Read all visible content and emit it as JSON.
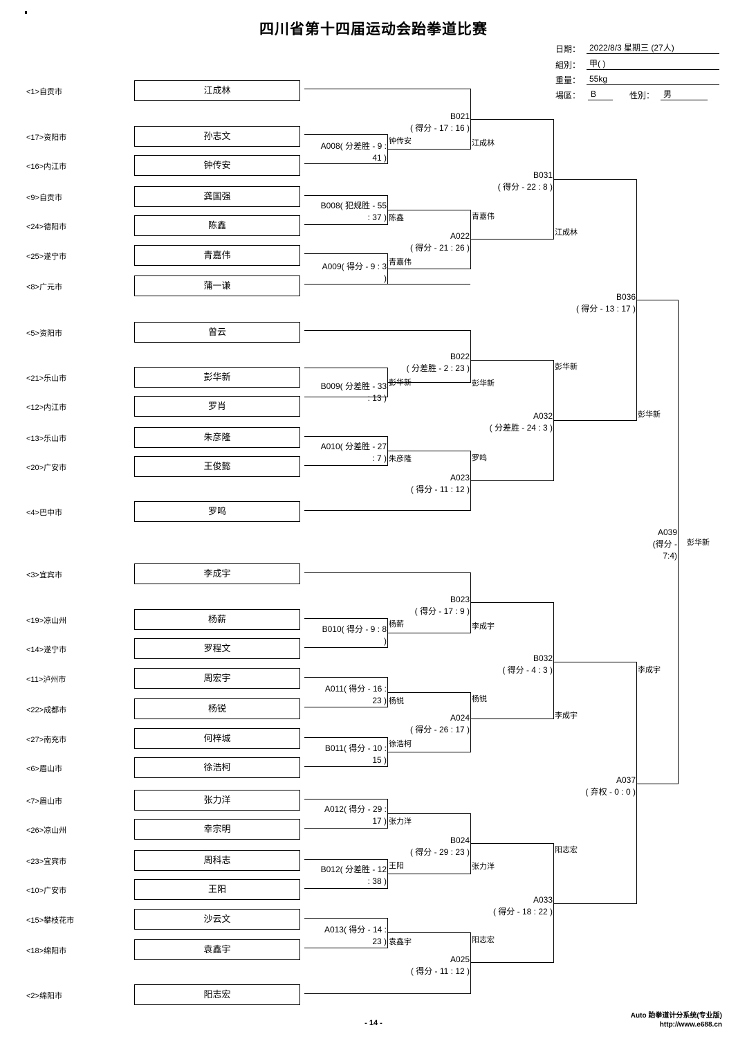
{
  "title": "四川省第十四届运动会跆拳道比赛",
  "info": {
    "date_label": "日期：",
    "date_value": "2022/8/3 星期三 (27人)",
    "group_label": "組別：",
    "group_value": "甲( )",
    "weight_label": "重量：",
    "weight_value": "55kg",
    "area_label": "場區：",
    "area_value": "B",
    "gender_label": "性別：",
    "gender_value": "男"
  },
  "entries": [
    {
      "seed": "<1>自贡市",
      "name": "江成林"
    },
    {
      "seed": "<17>资阳市",
      "name": "孙志文"
    },
    {
      "seed": "<16>内江市",
      "name": "钟传安"
    },
    {
      "seed": "<9>自贡市",
      "name": "龚国强"
    },
    {
      "seed": "<24>德阳市",
      "name": "陈鑫"
    },
    {
      "seed": "<25>遂宁市",
      "name": "青嘉伟"
    },
    {
      "seed": "<8>广元市",
      "name": "蒲一谦"
    },
    {
      "seed": "<5>资阳市",
      "name": "曾云"
    },
    {
      "seed": "<21>乐山市",
      "name": "彭华新"
    },
    {
      "seed": "<12>内江市",
      "name": "罗肖"
    },
    {
      "seed": "<13>乐山市",
      "name": "朱彦隆"
    },
    {
      "seed": "<20>广安市",
      "name": "王俊懿"
    },
    {
      "seed": "<4>巴中市",
      "name": "罗鸣"
    },
    {
      "seed": "<3>宜宾市",
      "name": "李成宇"
    },
    {
      "seed": "<19>凉山州",
      "name": "杨薪"
    },
    {
      "seed": "<14>遂宁市",
      "name": "罗程文"
    },
    {
      "seed": "<11>泸州市",
      "name": "周宏宇"
    },
    {
      "seed": "<22>成都市",
      "name": "杨锐"
    },
    {
      "seed": "<27>南充市",
      "name": "何梓城"
    },
    {
      "seed": "<6>眉山市",
      "name": "徐浩柯"
    },
    {
      "seed": "<7>眉山市",
      "name": "张力洋"
    },
    {
      "seed": "<26>凉山州",
      "name": "幸宗明"
    },
    {
      "seed": "<23>宜宾市",
      "name": "周科志"
    },
    {
      "seed": "<10>广安市",
      "name": "王阳"
    },
    {
      "seed": "<15>攀枝花市",
      "name": "沙云文"
    },
    {
      "seed": "<18>绵阳市",
      "name": "袁鑫宇"
    },
    {
      "seed": "<2>绵阳市",
      "name": "阳志宏"
    }
  ],
  "matches": [
    {
      "text": "A008( 分差胜 - 9 :\n41 )",
      "winner": "钟传安"
    },
    {
      "text": "B008( 犯规胜 - 55\n: 37 )",
      "winner": "陈鑫"
    },
    {
      "text": "A009( 得分 - 9 : 3\n)",
      "winner": "青嘉伟"
    },
    {
      "text": "B009( 分差胜 - 33\n: 13 )",
      "winner": "彭华新"
    },
    {
      "text": "A010( 分差胜 - 27\n: 7 )",
      "winner": "朱彦隆"
    },
    {
      "text": "B010( 得分 - 9 : 8\n)",
      "winner": "杨薪"
    },
    {
      "text": "A011( 得分 - 16 :\n23 )",
      "winner": "杨锐"
    },
    {
      "text": "B011( 得分 - 10 :\n15 )",
      "winner": "徐浩柯"
    },
    {
      "text": "A012( 得分 - 29 :\n17 )",
      "winner": "张力洋"
    },
    {
      "text": "B012( 分差胜 - 12\n: 38 )",
      "winner": "王阳"
    },
    {
      "text": "A013( 得分 - 14 :\n23 )",
      "winner": "袁鑫宇"
    },
    {
      "text": "B021\n( 得分 - 17 : 16 )",
      "winner": "江成林"
    },
    {
      "text": "A022\n( 得分 - 21 : 26 )",
      "winner": "青嘉伟"
    },
    {
      "text": "B022\n( 分差胜 - 2 : 23 )",
      "winner": "彭华新"
    },
    {
      "text": "A023\n( 得分 - 11 : 12 )",
      "winner": "罗鸣"
    },
    {
      "text": "B023\n( 得分 - 17 : 9 )",
      "winner": "李成宇"
    },
    {
      "text": "A024\n( 得分 - 26 : 17 )",
      "winner": "杨锐"
    },
    {
      "text": "B024\n( 得分 - 29 : 23 )",
      "winner": "张力洋"
    },
    {
      "text": "A025\n( 得分 - 11 : 12 )",
      "winner": "阳志宏"
    },
    {
      "text": "B031\n( 得分 - 22 : 8 )",
      "winner": "江成林"
    },
    {
      "text": "A032\n( 分差胜 - 24 : 3 )",
      "winner": "彭华新"
    },
    {
      "text": "B032\n( 得分 - 4 : 3 )",
      "winner": "李成宇"
    },
    {
      "text": "A033\n( 得分 - 18 : 22 )",
      "winner": "阳志宏"
    },
    {
      "text": "B036\n( 得分 - 13 : 17 )",
      "winner": "彭华新"
    },
    {
      "text": "A037\n( 弃权 - 0 : 0 )",
      "winner": "李成宇"
    },
    {
      "text": "A039\n(得分 -\n7:4)",
      "winner": "彭华新"
    }
  ],
  "footer": {
    "page": "- 14 -",
    "software": "Auto 跆拳道计分系统(专业版)",
    "url": "http://www.e688.cn"
  }
}
